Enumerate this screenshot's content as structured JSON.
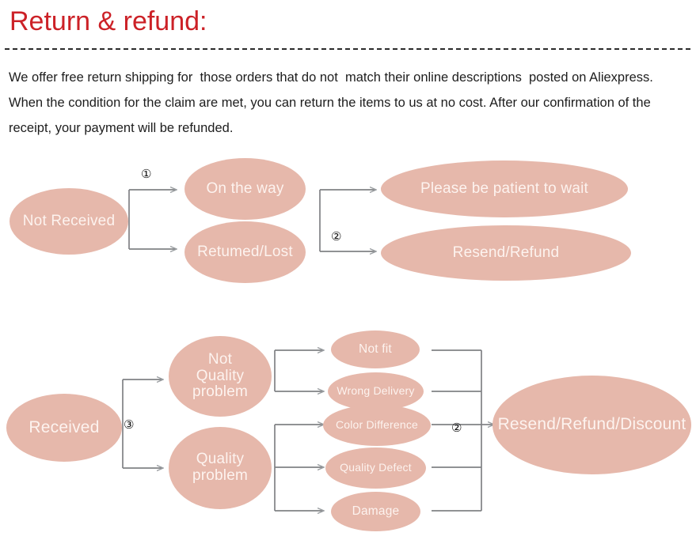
{
  "header": {
    "title": "Return & refund:",
    "title_color": "#cc2127",
    "divider_style": "dashed"
  },
  "policy": {
    "paragraph": "We offer free return shipping for  those orders that do not  match their online descriptions  posted on Aliexpress. When the condition for the claim are met, you can return the items to us at no cost. After our confirmation of the receipt, your payment will be refunded."
  },
  "theme": {
    "node_fill": "#e6b8ab",
    "node_text": "#fdf3ef",
    "connector": "#808285",
    "page_background": "#ffffff"
  },
  "diagrams": [
    {
      "id": "not-received-flow",
      "nodes": {
        "start": "Not Received",
        "branch_a": "On the way",
        "branch_b": "Retumed/Lost",
        "outcome_a": "Please be patient to wait",
        "outcome_b": "Resend/Refund"
      },
      "badges": {
        "first": "①",
        "second": "②"
      }
    },
    {
      "id": "received-flow",
      "nodes": {
        "start": "Received",
        "branch_a": "Not\nQuality\nproblem",
        "branch_b": "Quality\nproblem",
        "reason_1": "Not fit",
        "reason_2": "Wrong Delivery",
        "reason_3": "Color Difference",
        "reason_4": "Quality Defect",
        "reason_5": "Damage",
        "outcome": "Resend/Refund/Discount"
      },
      "badges": {
        "third": "③",
        "second": "②"
      }
    }
  ]
}
